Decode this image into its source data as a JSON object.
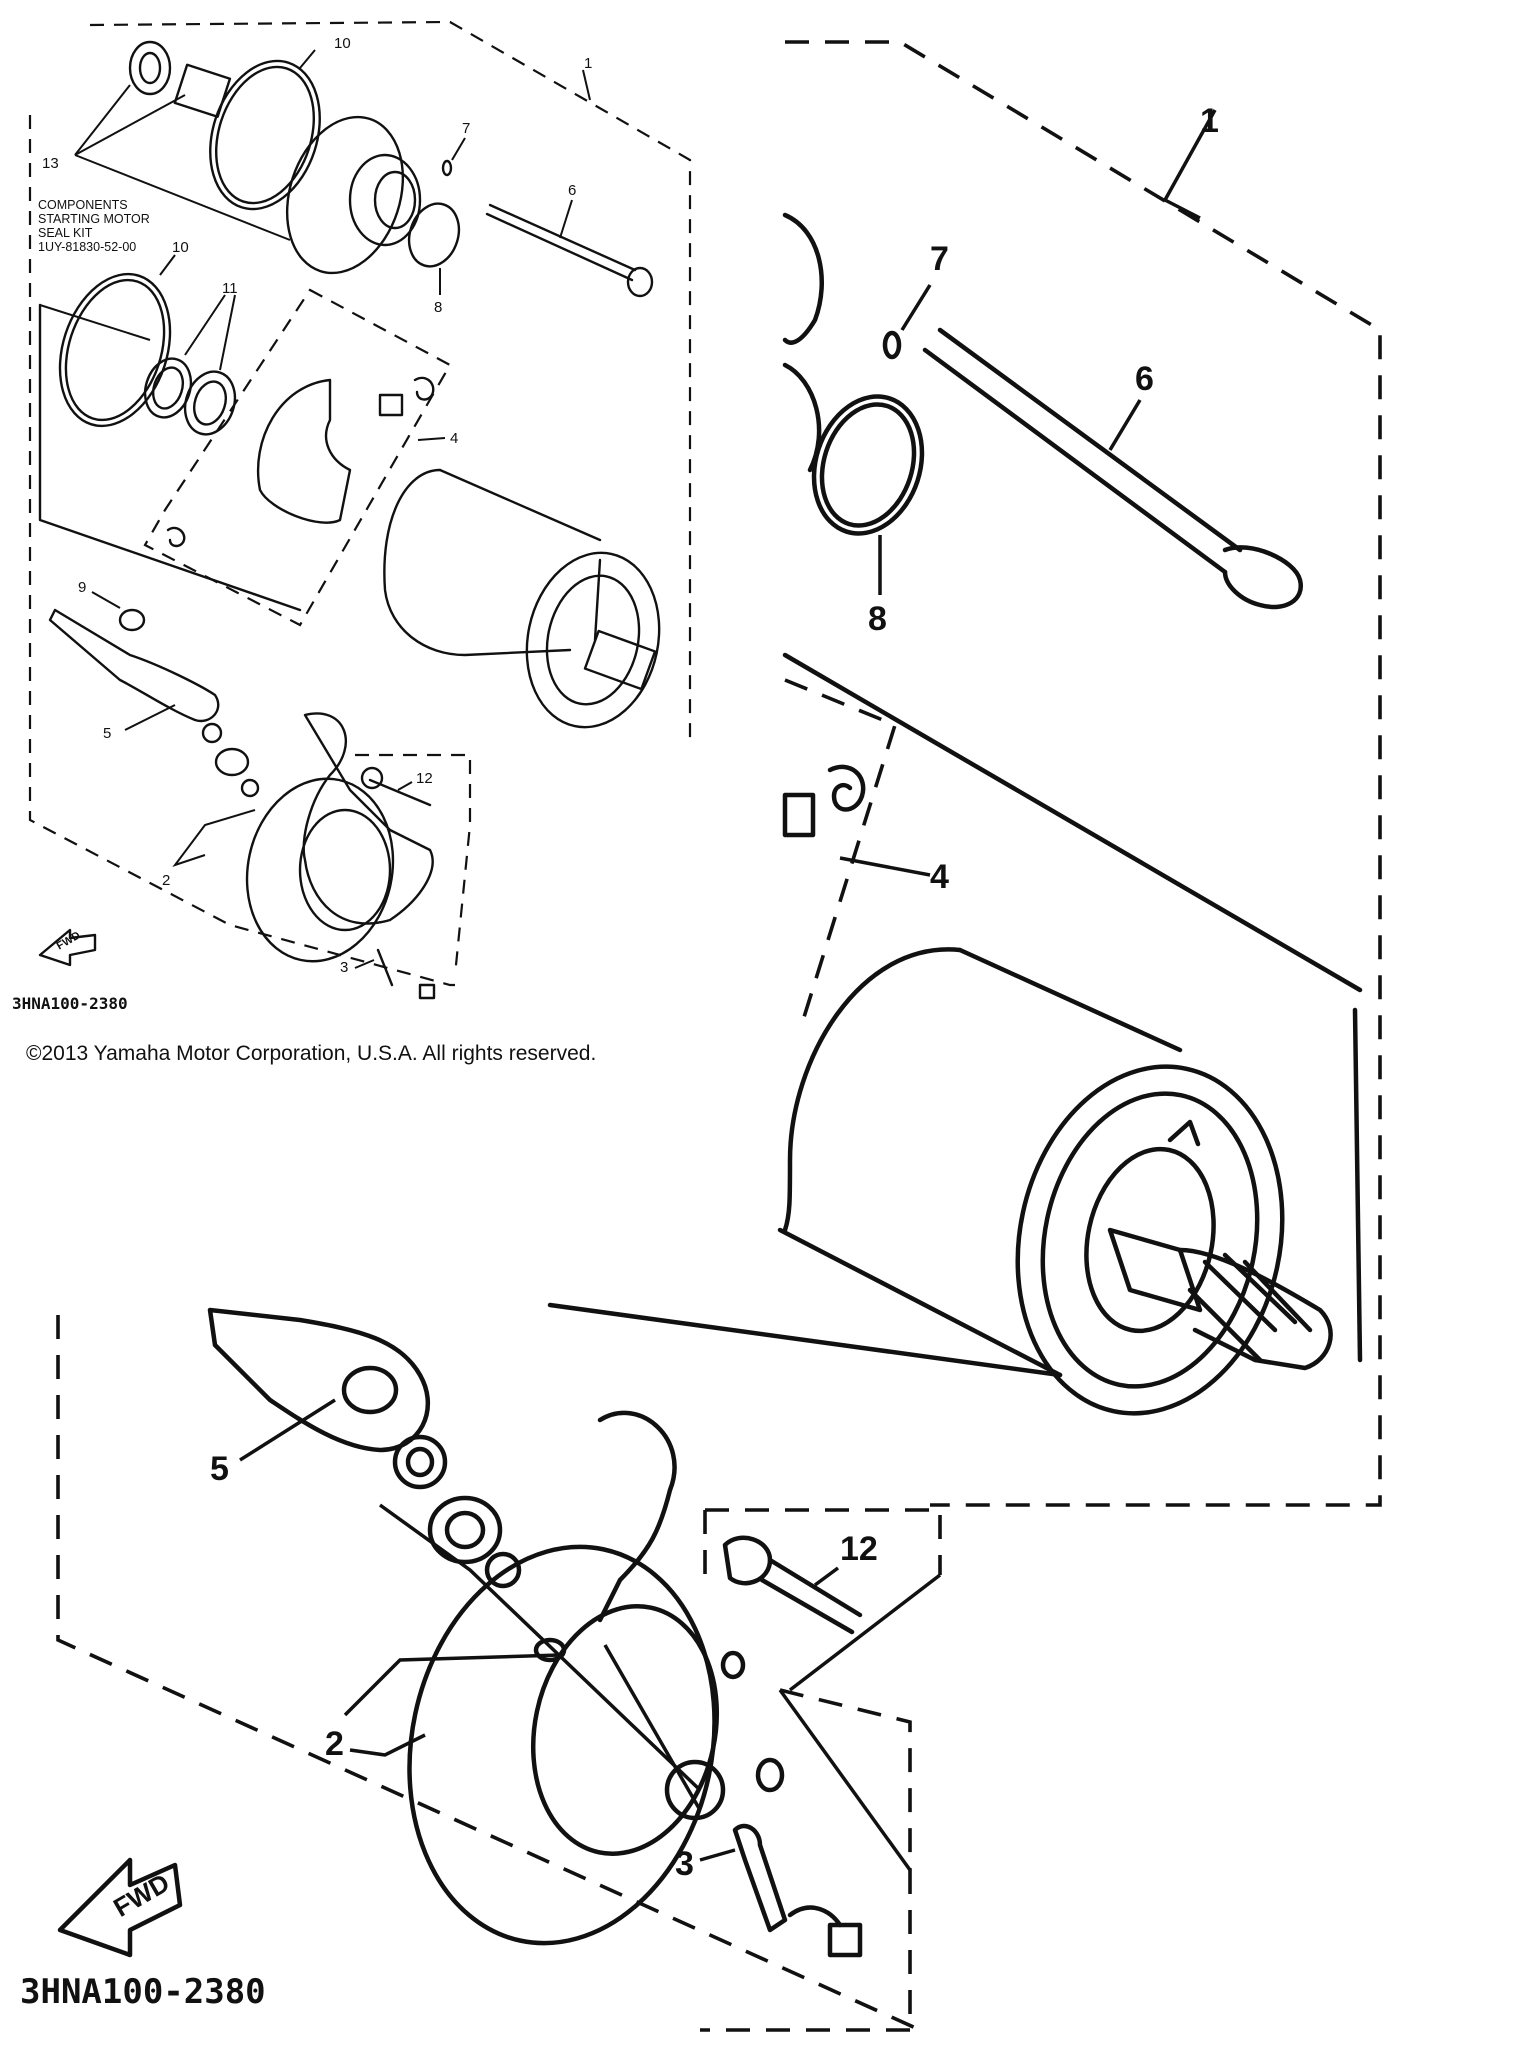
{
  "kit_note": {
    "line1": "COMPONENTS",
    "line2": "STARTING MOTOR",
    "line3": "SEAL KIT",
    "line4": "1UY-81830-52-00"
  },
  "copyright": "©2013 Yamaha Motor Corporation, U.S.A. All rights reserved.",
  "drawing_code": "3HNA100-2380",
  "drawing_code_large": "3HNA100-2380",
  "fwd_label": "FWD",
  "callouts": [
    "1",
    "2",
    "3",
    "4",
    "5",
    "6",
    "7",
    "8",
    "9",
    "10",
    "11",
    "12",
    "13"
  ],
  "colors": {
    "ink": "#111111",
    "paper": "#ffffff"
  }
}
